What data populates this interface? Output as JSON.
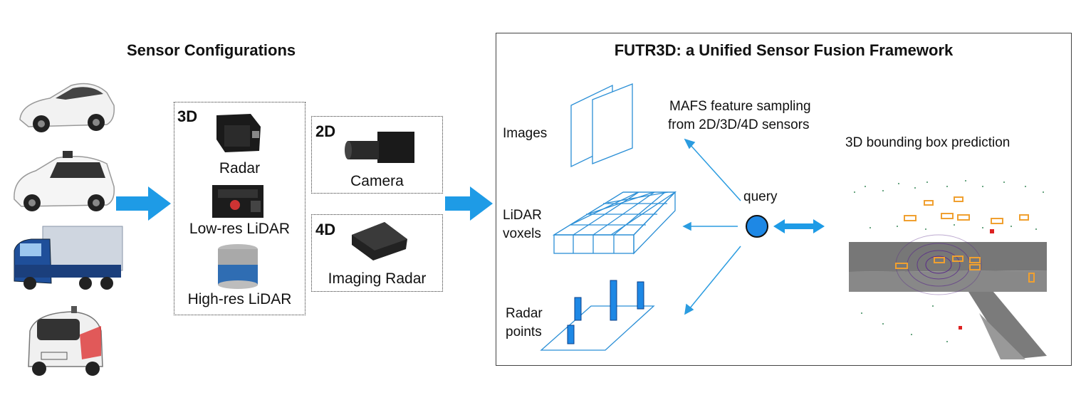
{
  "left": {
    "title": "Sensor Configurations",
    "vehicles": [
      "car-icon",
      "robotaxi-icon",
      "truck-icon",
      "delivery-robot-icon"
    ]
  },
  "sensors": {
    "group_3d": {
      "tag": "3D",
      "items": [
        "Radar",
        "Low-res LiDAR",
        "High-res LiDAR"
      ]
    },
    "group_2d": {
      "tag": "2D",
      "items": [
        "Camera"
      ]
    },
    "group_4d": {
      "tag": "4D",
      "items": [
        "Imaging Radar"
      ]
    }
  },
  "framework": {
    "title": "FUTR3D: a Unified Sensor Fusion Framework",
    "images_label": "Images",
    "lidar_label_1": "LiDAR",
    "lidar_label_2": "voxels",
    "radar_label_1": "Radar",
    "radar_label_2": "points",
    "mafs_line_1": "MAFS feature sampling",
    "mafs_line_2": "from 2D/3D/4D sensors",
    "query_label": "query",
    "prediction_title": "3D bounding box prediction"
  },
  "colors": {
    "arrow": "#1e9be6",
    "query_fill": "#1e88e5",
    "grid_line": "#2b8fd6",
    "bbox": "#f0a030"
  }
}
